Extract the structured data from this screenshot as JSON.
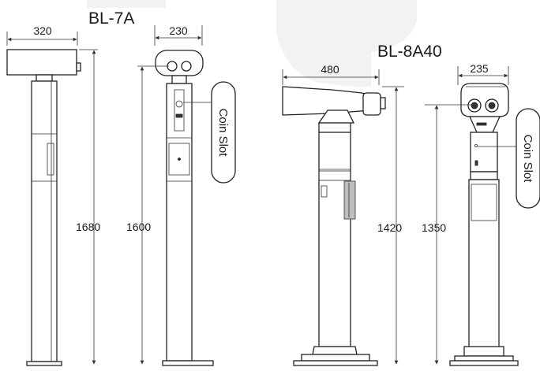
{
  "models": [
    {
      "name": "BL-7A",
      "width_label": "320",
      "total_height_label": "1680",
      "eyepiece_width_label": "230",
      "eyepiece_height_label": "1600",
      "callout": "Coin Slot"
    },
    {
      "name": "BL-8A40",
      "width_label": "480",
      "total_height_label": "1420",
      "eyepiece_width_label": "235",
      "eyepiece_height_label": "1350",
      "callout": "Coin Slot"
    }
  ]
}
